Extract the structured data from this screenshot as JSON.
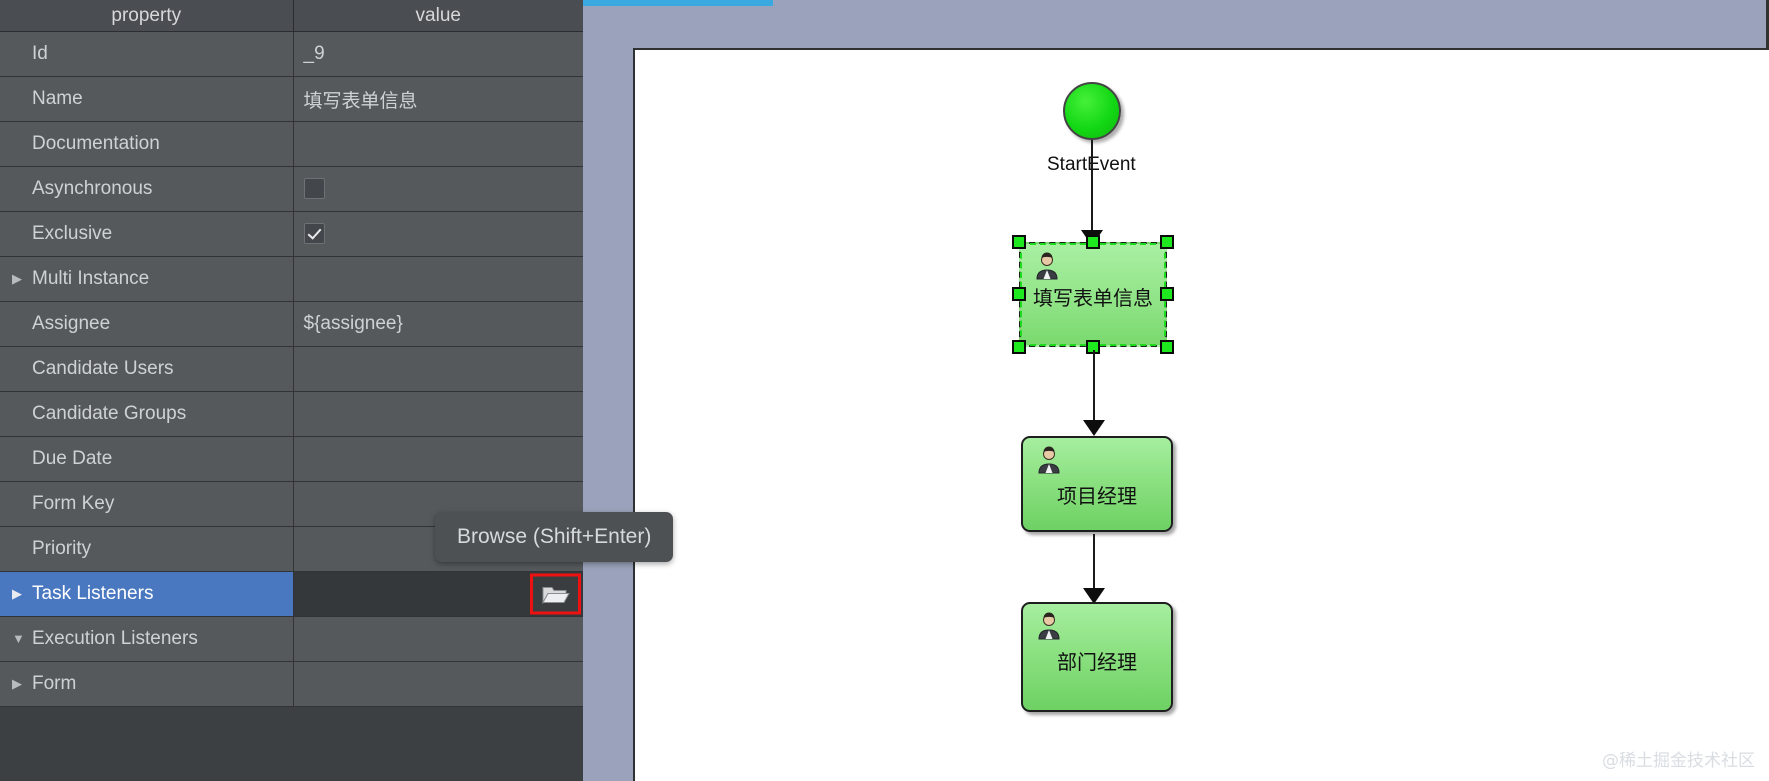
{
  "properties_panel": {
    "columns": {
      "property": "property",
      "value": "value"
    },
    "rows": [
      {
        "label": "Id",
        "value": "_9",
        "twisty": "",
        "widget": "text"
      },
      {
        "label": "Name",
        "value": "填写表单信息",
        "twisty": "",
        "widget": "text"
      },
      {
        "label": "Documentation",
        "value": "",
        "twisty": "",
        "widget": "text"
      },
      {
        "label": "Asynchronous",
        "value": "",
        "twisty": "",
        "widget": "checkbox-unchecked"
      },
      {
        "label": "Exclusive",
        "value": "",
        "twisty": "",
        "widget": "checkbox-checked"
      },
      {
        "label": "Multi Instance",
        "value": "",
        "twisty": "▶",
        "widget": "text"
      },
      {
        "label": "Assignee",
        "value": "${assignee}",
        "twisty": "",
        "widget": "text"
      },
      {
        "label": "Candidate Users",
        "value": "",
        "twisty": "",
        "widget": "text"
      },
      {
        "label": "Candidate Groups",
        "value": "",
        "twisty": "",
        "widget": "text"
      },
      {
        "label": "Due Date",
        "value": "",
        "twisty": "",
        "widget": "text"
      },
      {
        "label": "Form Key",
        "value": "",
        "twisty": "",
        "widget": "text"
      },
      {
        "label": "Priority",
        "value": "",
        "twisty": "",
        "widget": "text"
      },
      {
        "label": "Task Listeners",
        "value": "",
        "twisty": "▶",
        "widget": "browse",
        "selected": true
      },
      {
        "label": "Execution Listeners",
        "value": "",
        "twisty": "▼",
        "widget": "text"
      },
      {
        "label": "Form",
        "value": "",
        "twisty": "▶",
        "widget": "text"
      }
    ],
    "browse_icon_name": "folder-open-icon"
  },
  "tooltip": {
    "text": "Browse (Shift+Enter)"
  },
  "diagram": {
    "start_event": {
      "label": "StartEvent"
    },
    "tasks": [
      {
        "label": "填写表单信息",
        "selected": true
      },
      {
        "label": "项目经理",
        "selected": false
      },
      {
        "label": "部门经理",
        "selected": false
      }
    ]
  },
  "watermark": {
    "text": "@稀土掘金技术社区"
  },
  "colors": {
    "selection_blue": "#4a78c0",
    "panel_bg": "#55595c",
    "header_bg": "#4a4d51",
    "canvas_bg": "#9aa3bb",
    "node_green": "#8ce181",
    "start_green": "#13d814",
    "annotation_red": "#ee1111",
    "accent_blue": "#3aa9e0"
  }
}
